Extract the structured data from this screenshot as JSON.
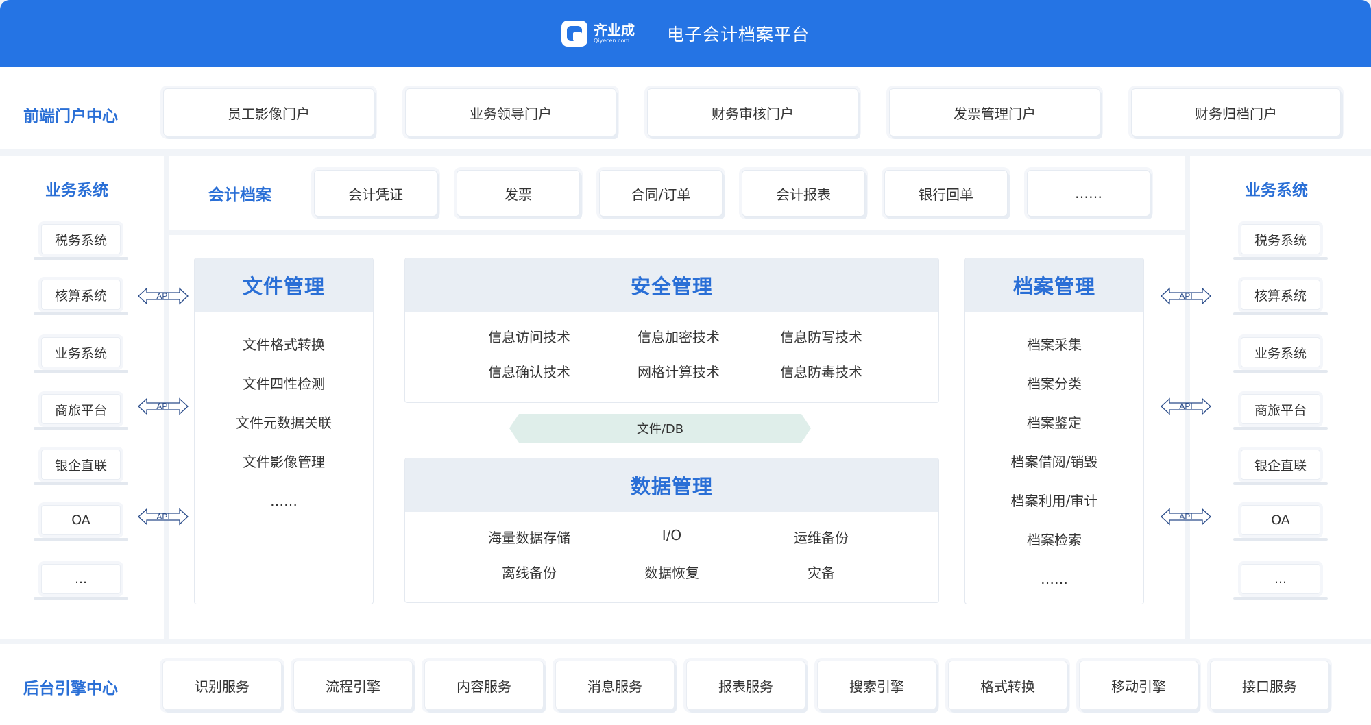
{
  "header": {
    "logo_cn": "齐业成",
    "logo_en": "Qiyecen.com",
    "title": "电子会计档案平台"
  },
  "portal": {
    "title": "前端门户中心",
    "items": [
      "员工影像门户",
      "业务领导门户",
      "财务审核门户",
      "发票管理门户",
      "财务归档门户"
    ]
  },
  "archive": {
    "title": "会计档案",
    "items": [
      "会计凭证",
      "发票",
      "合同/订单",
      "会计报表",
      "银行回单",
      "……"
    ]
  },
  "left_systems": {
    "title": "业务系统",
    "items": [
      "税务系统",
      "核算系统",
      "业务系统",
      "商旅平台",
      "银企直联",
      "OA",
      "..."
    ]
  },
  "right_systems": {
    "title": "业务系统",
    "items": [
      "税务系统",
      "核算系统",
      "业务系统",
      "商旅平台",
      "银企直联",
      "OA",
      "..."
    ]
  },
  "api_label": "API",
  "file_mgmt": {
    "title": "文件管理",
    "items": [
      "文件格式转换",
      "文件四性检测",
      "文件元数据关联",
      "文件影像管理",
      "……"
    ]
  },
  "security_mgmt": {
    "title": "安全管理",
    "items": [
      "信息访问技术",
      "信息加密技术",
      "信息防写技术",
      "信息确认技术",
      "网格计算技术",
      "信息防毒技术"
    ]
  },
  "file_db_label": "文件/DB",
  "data_mgmt": {
    "title": "数据管理",
    "items": [
      "海量数据存储",
      "I/O",
      "运维备份",
      "离线备份",
      "数据恢复",
      "灾备"
    ]
  },
  "archive_mgmt": {
    "title": "档案管理",
    "items": [
      "档案采集",
      "档案分类",
      "档案鉴定",
      "档案借阅/销毁",
      "档案利用/审计",
      "档案检索",
      "……"
    ]
  },
  "engine": {
    "title": "后台引擎中心",
    "items": [
      "识别服务",
      "流程引擎",
      "内容服务",
      "消息服务",
      "报表服务",
      "搜索引擎",
      "格式转换",
      "移动引擎",
      "接口服务"
    ]
  },
  "colors": {
    "header_bg": "#2574e4",
    "accent_text": "#2a6fd6",
    "panel_head_bg": "#e9eef4",
    "filedb_bar": "#dfeeea"
  }
}
